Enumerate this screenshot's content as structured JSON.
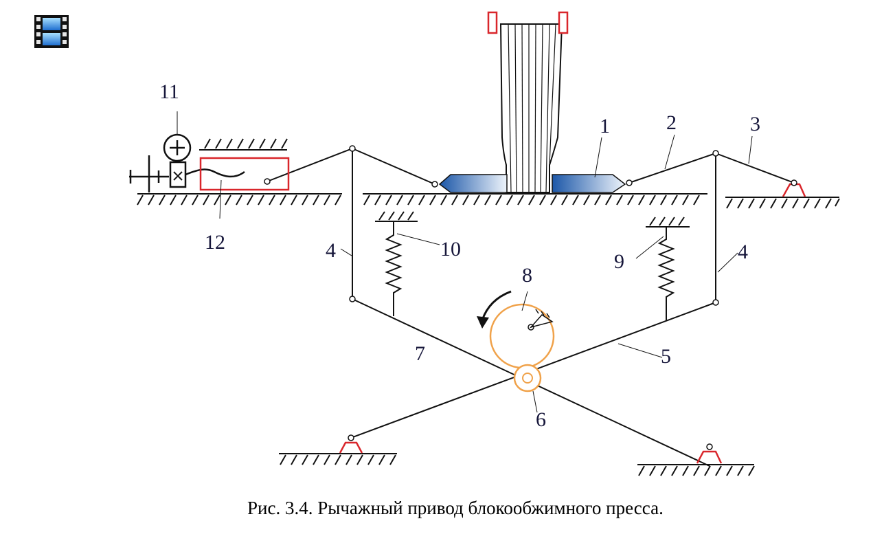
{
  "icons": {
    "video": "film-strip-icon"
  },
  "colors": {
    "line": "#111111",
    "accent_red": "#d9262b",
    "cam_orange": "#f0a24a",
    "block_blue": "#2a63b6",
    "label_blue": "#16163a"
  },
  "labels": {
    "l1": "1",
    "l2": "2",
    "l3": "3",
    "l4a": "4",
    "l4b": "4",
    "l5": "5",
    "l6": "6",
    "l7": "7",
    "l8": "8",
    "l9": "9",
    "l10": "10",
    "l11": "11",
    "l12": "12"
  },
  "caption": "Рис. 3.4. Рычажный привод блокообжимного пресса."
}
